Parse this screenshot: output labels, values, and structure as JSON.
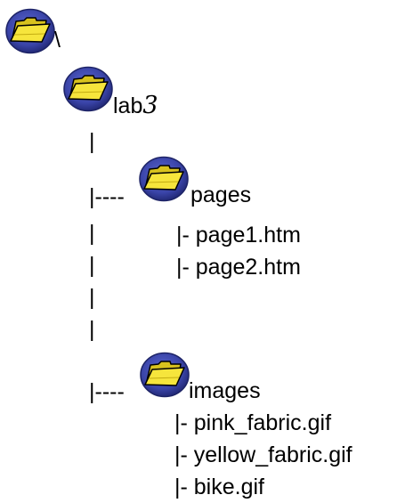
{
  "root": {
    "label": "\\"
  },
  "lab": {
    "prefix": "lab",
    "number": "3"
  },
  "tree": {
    "pipe": "|",
    "branch": "|----",
    "pages": {
      "label": "pages",
      "files": [
        "|-  page1.htm",
        "|-  page2.htm"
      ]
    },
    "images": {
      "label": "images",
      "files": [
        "|- pink_fabric.gif",
        "|- yellow_fabric.gif",
        "|- bike.gif"
      ]
    }
  },
  "colors": {
    "disc_outer": "#2a2f8a",
    "disc_inner": "#4b55b8",
    "folder_fill": "#f4e23a",
    "folder_tab": "#d9c21c",
    "folder_outline": "#000000"
  },
  "icons": [
    "folder-icon"
  ]
}
